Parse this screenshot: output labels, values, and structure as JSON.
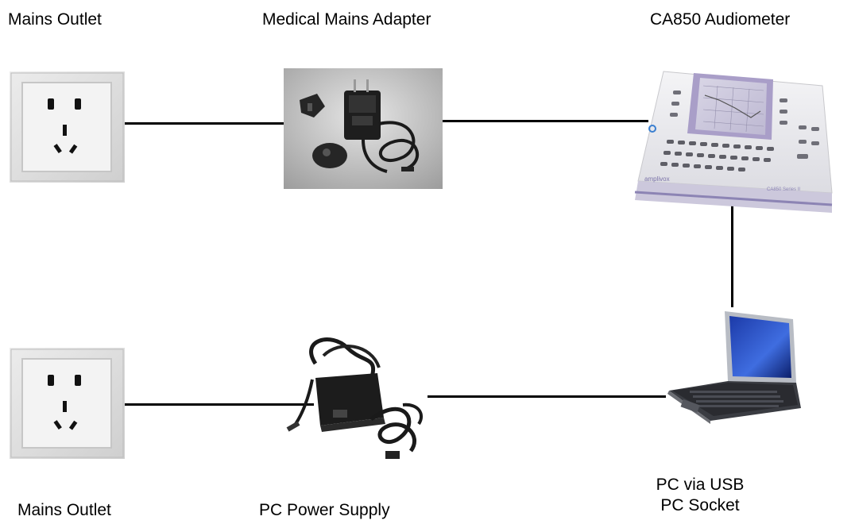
{
  "labels": {
    "top_left": "Mains Outlet",
    "top_middle": "Medical Mains Adapter",
    "top_right": "CA850 Audiometer",
    "bottom_left": "Mains Outlet",
    "bottom_middle": "PC Power Supply",
    "bottom_right_line1": "PC via USB",
    "bottom_right_line2": "PC Socket"
  },
  "devices": {
    "audiometer_brand": "amplivox",
    "audiometer_model": "CA850 Series II"
  },
  "connections": [
    "Mains Outlet - Medical Mains Adapter",
    "Medical Mains Adapter - CA850 Audiometer",
    "CA850 Audiometer - PC",
    "PC Power Supply - PC",
    "Mains Outlet - PC Power Supply"
  ]
}
